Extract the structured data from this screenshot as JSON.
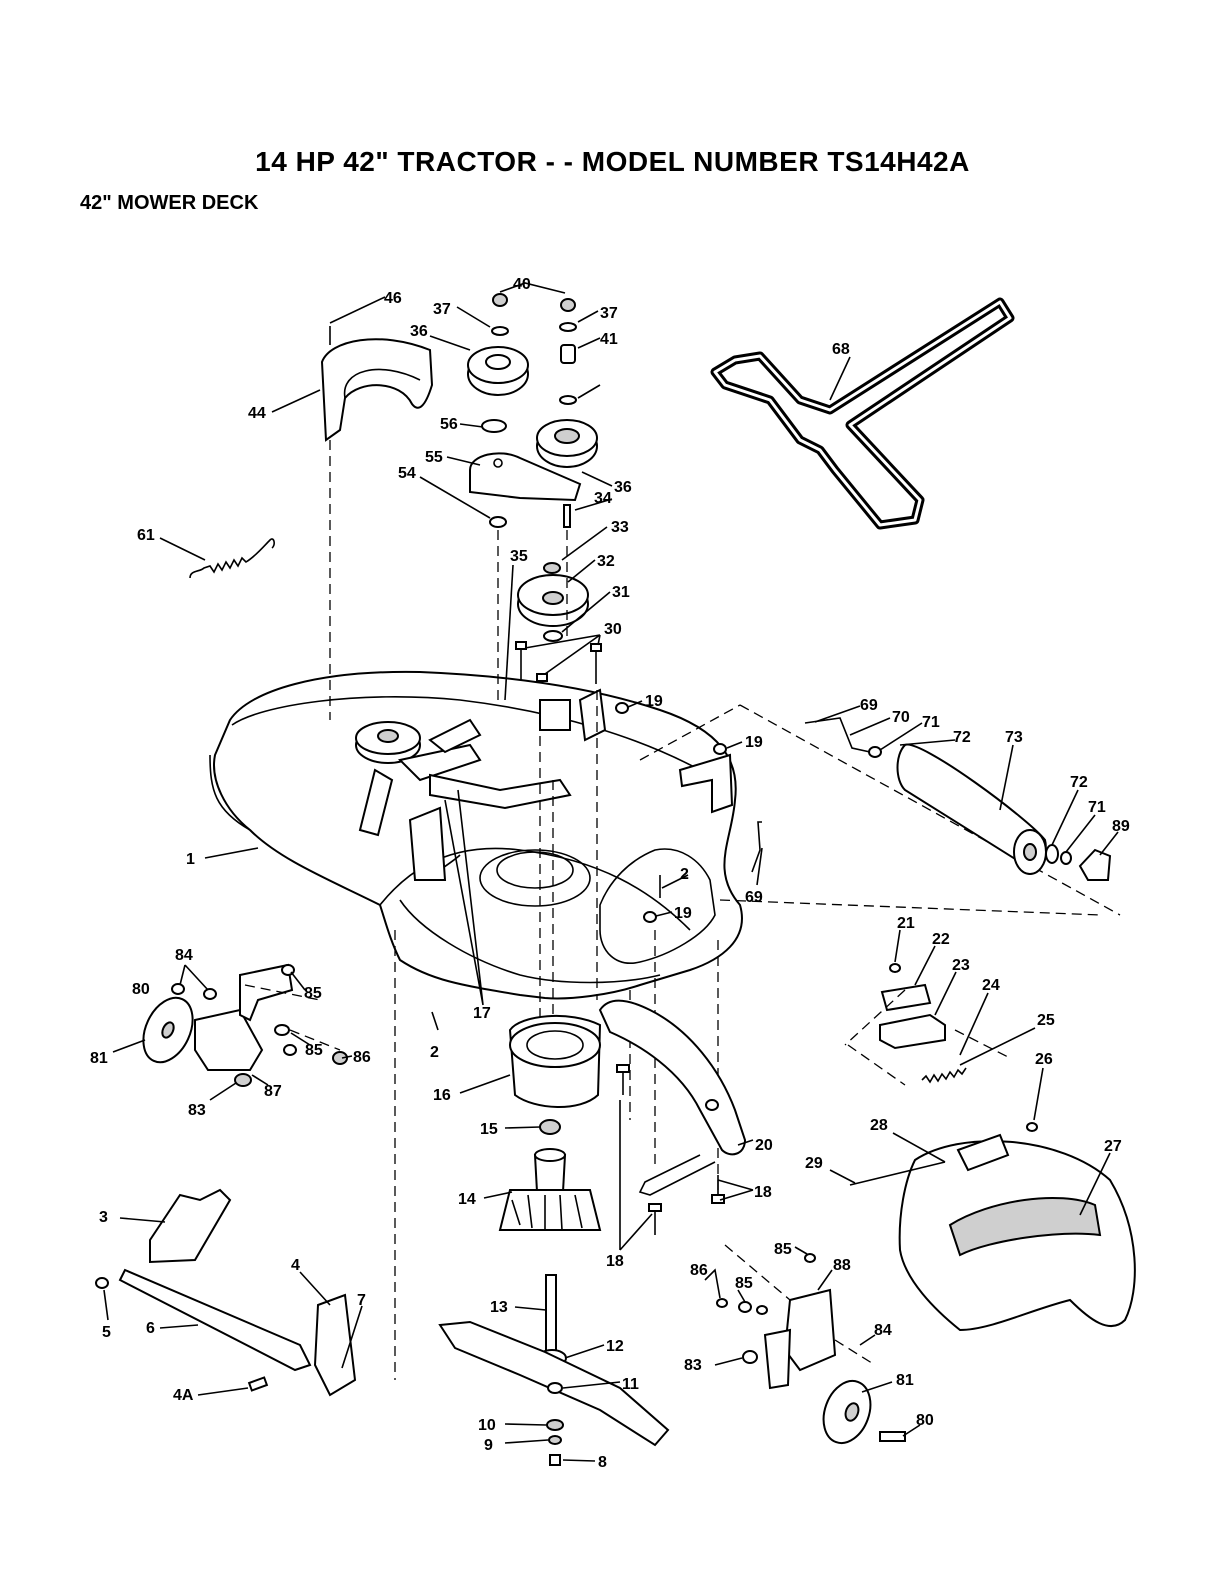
{
  "header": {
    "title": "14 HP 42\" TRACTOR - - MODEL NUMBER TS14H42A",
    "subtitle": "42\" MOWER DECK"
  },
  "labels": [
    "46",
    "37",
    "36",
    "40",
    "41",
    "37",
    "56",
    "55",
    "36",
    "54",
    "34",
    "33",
    "35",
    "32",
    "31",
    "30",
    "44",
    "61",
    "68",
    "19",
    "19",
    "69",
    "70",
    "71",
    "72",
    "73",
    "72",
    "71",
    "89",
    "1",
    "2",
    "19",
    "69",
    "17",
    "84",
    "80",
    "85",
    "81",
    "85",
    "86",
    "87",
    "83",
    "2",
    "16",
    "15",
    "14",
    "20",
    "18",
    "18",
    "13",
    "12",
    "11",
    "10",
    "9",
    "8",
    "3",
    "4",
    "5",
    "6",
    "7",
    "4A",
    "21",
    "22",
    "23",
    "24",
    "25",
    "26",
    "27",
    "28",
    "29",
    "86",
    "85",
    "85",
    "88",
    "84",
    "83",
    "81",
    "80"
  ]
}
